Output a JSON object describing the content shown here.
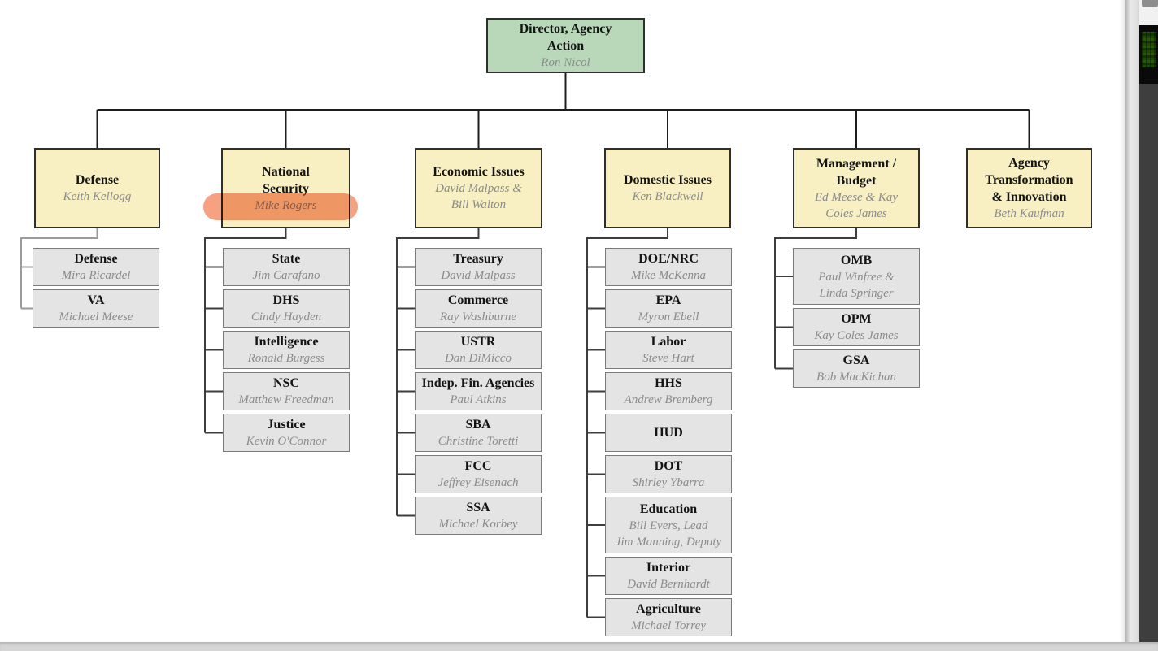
{
  "org_chart": {
    "root": {
      "title": "Director, Agency Action",
      "title_lines": [
        "Director, Agency",
        "Action"
      ],
      "name": "Ron Nicol"
    },
    "columns": [
      {
        "title": "Defense",
        "title_lines": [
          "Defense"
        ],
        "names": [
          "Keith Kellogg"
        ],
        "children": [
          {
            "title": "Defense",
            "names": [
              "Mira Ricardel"
            ]
          },
          {
            "title": "VA",
            "names": [
              "Michael Meese"
            ]
          }
        ]
      },
      {
        "title": "National Security",
        "title_lines": [
          "National",
          "Security"
        ],
        "names": [
          "Mike Rogers"
        ],
        "highlighted_name": "Mike Rogers",
        "children": [
          {
            "title": "State",
            "names": [
              "Jim Carafano"
            ]
          },
          {
            "title": "DHS",
            "names": [
              "Cindy Hayden"
            ]
          },
          {
            "title": "Intelligence",
            "names": [
              "Ronald Burgess"
            ]
          },
          {
            "title": "NSC",
            "names": [
              "Matthew Freedman"
            ]
          },
          {
            "title": "Justice",
            "names": [
              "Kevin O'Connor"
            ]
          }
        ]
      },
      {
        "title": "Economic Issues",
        "title_lines": [
          "Economic Issues"
        ],
        "names": [
          "David Malpass &",
          "Bill Walton"
        ],
        "children": [
          {
            "title": "Treasury",
            "names": [
              "David Malpass"
            ]
          },
          {
            "title": "Commerce",
            "names": [
              "Ray Washburne"
            ]
          },
          {
            "title": "USTR",
            "names": [
              "Dan DiMicco"
            ]
          },
          {
            "title": "Indep. Fin. Agencies",
            "names": [
              "Paul Atkins"
            ]
          },
          {
            "title": "SBA",
            "names": [
              "Christine Toretti"
            ]
          },
          {
            "title": "FCC",
            "names": [
              "Jeffrey Eisenach"
            ]
          },
          {
            "title": "SSA",
            "names": [
              "Michael Korbey"
            ]
          }
        ]
      },
      {
        "title": "Domestic Issues",
        "title_lines": [
          "Domestic Issues"
        ],
        "names": [
          "Ken Blackwell"
        ],
        "children": [
          {
            "title": "DOE/NRC",
            "names": [
              "Mike McKenna"
            ]
          },
          {
            "title": "EPA",
            "names": [
              "Myron Ebell"
            ]
          },
          {
            "title": "Labor",
            "names": [
              "Steve Hart"
            ]
          },
          {
            "title": "HHS",
            "names": [
              "Andrew Bremberg"
            ]
          },
          {
            "title": "HUD",
            "names": []
          },
          {
            "title": "DOT",
            "names": [
              "Shirley Ybarra"
            ]
          },
          {
            "title": "Education",
            "names": [
              "Bill Evers, Lead",
              "Jim Manning, Deputy"
            ]
          },
          {
            "title": "Interior",
            "names": [
              "David Bernhardt"
            ]
          },
          {
            "title": "Agriculture",
            "names": [
              "Michael Torrey"
            ]
          }
        ]
      },
      {
        "title": "Management / Budget",
        "title_lines": [
          "Management /",
          "Budget"
        ],
        "names": [
          "Ed Meese & Kay",
          "Coles James"
        ],
        "children": [
          {
            "title": "OMB",
            "names": [
              "Paul Winfree &",
              "Linda Springer"
            ]
          },
          {
            "title": "OPM",
            "names": [
              "Kay Coles James"
            ]
          },
          {
            "title": "GSA",
            "names": [
              "Bob MacKichan"
            ]
          }
        ]
      },
      {
        "title": "Agency Transformation & Innovation",
        "title_lines": [
          "Agency",
          "Transformation",
          "& Innovation"
        ],
        "names": [
          "Beth Kaufman"
        ],
        "children": []
      }
    ]
  },
  "colors": {
    "root_box": "#b9d8ba",
    "branch_box": "#f8efc3",
    "child_box": "#e4e4e4",
    "highlight_marker": "#f59c7b",
    "connector_dark": "#3d3d3d",
    "connector_light": "#9a9a9a",
    "connector_root": "#1c1c1c"
  }
}
